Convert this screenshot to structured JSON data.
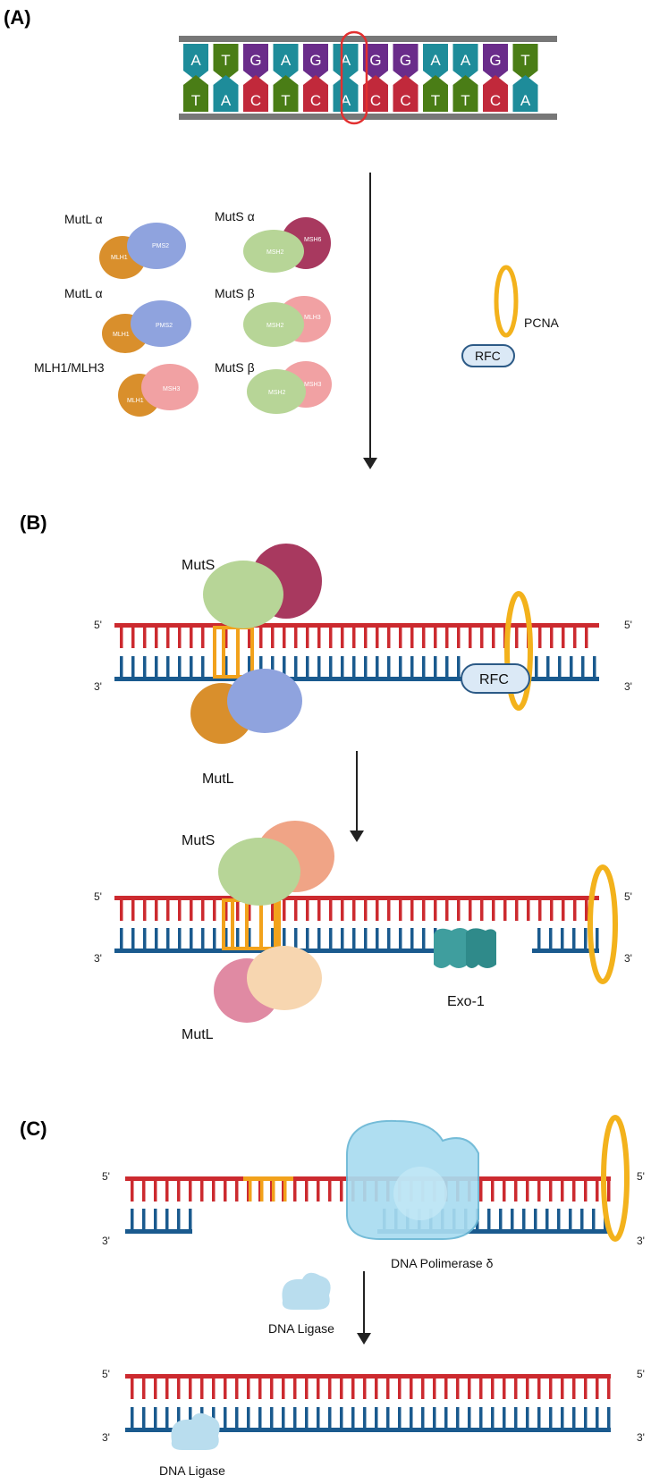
{
  "panels": {
    "a": "(A)",
    "b": "(B)",
    "c": "(C)"
  },
  "sequence": {
    "top": [
      "A",
      "T",
      "G",
      "A",
      "G",
      "A",
      "G",
      "G",
      "A",
      "A",
      "G",
      "T"
    ],
    "bottom": [
      "T",
      "A",
      "C",
      "T",
      "C",
      "A",
      "C",
      "C",
      "T",
      "T",
      "C",
      "A"
    ],
    "mismatch_index": 5
  },
  "base_colors": {
    "A": "#1e8c9a",
    "T": "#4a7d16",
    "G": "#6a2c8a",
    "C": "#c1293b"
  },
  "colors": {
    "top_strand": "#cc2a2f",
    "bottom_strand": "#1a5a8e",
    "mismatch": "#f2a21b",
    "pcna": "#f3b21c",
    "highlight": "#e23030"
  },
  "complexes": [
    {
      "label": "MutL α",
      "left": "MLH1",
      "right": "PMS2"
    },
    {
      "label": "MutS α",
      "left": "MSH2",
      "right": "MSH6"
    },
    {
      "label": "MutL α",
      "left": "MLH1",
      "right": "PMS2"
    },
    {
      "label": "MutS β",
      "left": "MSH2",
      "right": "MLH3"
    },
    {
      "label": "MLH1/MLH3",
      "left": "MLH1",
      "right": "MSH3"
    },
    {
      "label": "MutS β",
      "left": "MSH2",
      "right": "MSH3"
    }
  ],
  "labels": {
    "pcna": "PCNA",
    "rfc": "RFC",
    "muts": "MutS",
    "mutl": "MutL",
    "exo": "Exo-1",
    "polymerase": "DNA Polimerase δ",
    "ligase": "DNA Ligase",
    "five_prime": "5'",
    "three_prime": "3'"
  }
}
